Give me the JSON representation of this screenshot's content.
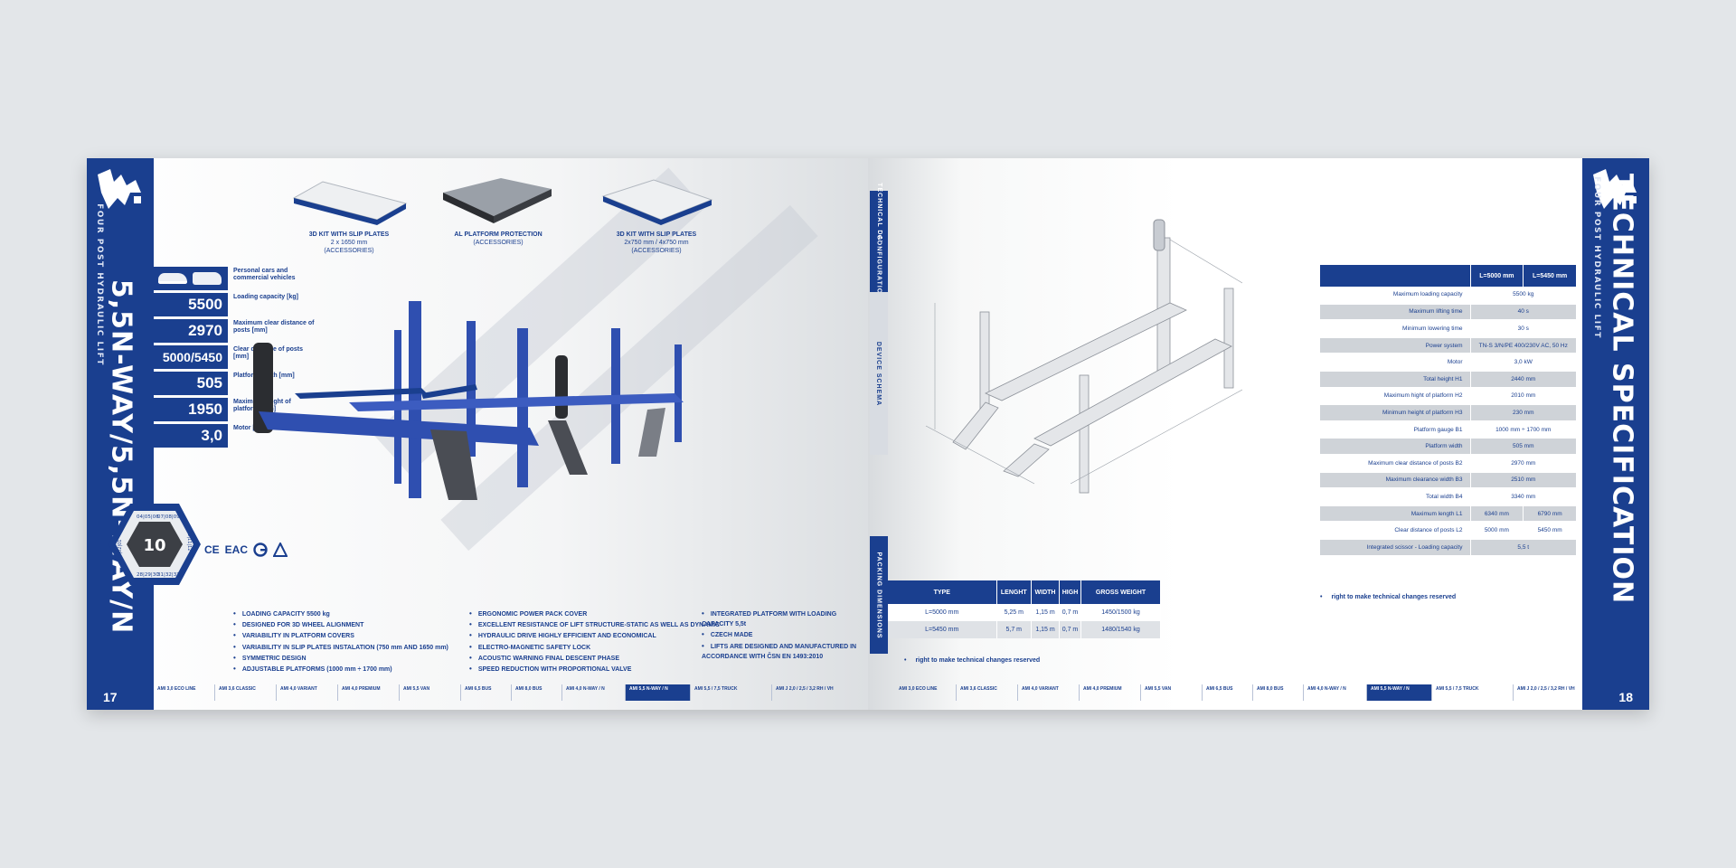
{
  "left_page": {
    "title": "5,5N-WAY/5,5N-WAY/N",
    "subtitle": "FOUR POST HYDRAULIC LIFT",
    "page_number": "17",
    "vehicle_label": "Personal cars and commercial vehicles",
    "specs": [
      {
        "value": "5500",
        "label": "Loading capacity [kg]"
      },
      {
        "value": "2970",
        "label": "Maximum clear distance of posts [mm]"
      },
      {
        "value": "5000/5450",
        "label": "Clear distance of posts [mm]"
      },
      {
        "value": "505",
        "label": "Platform width [mm]"
      },
      {
        "value": "1950",
        "label": "Maximum height of platform [mm]"
      },
      {
        "value": "3,0",
        "label": "Motor [kW]"
      }
    ],
    "badge": {
      "center": "10",
      "top_left": "04|05|06",
      "top_right": "07|08|09",
      "left": "03|02|01",
      "right": "10|11|12",
      "bottom_left": "28|29|30",
      "bottom_right": "31|32|33"
    },
    "certs": [
      "CE",
      "EAC"
    ],
    "accessories": [
      {
        "title": "3D KIT WITH SLIP PLATES",
        "line2": "2 x 1650 mm",
        "line3": "(ACCESSORIES)"
      },
      {
        "title": "AL PLATFORM PROTECTION",
        "line2": "(ACCESSORIES)",
        "line3": ""
      },
      {
        "title": "3D KIT WITH SLIP PLATES",
        "line2": "2x750 mm / 4x750 mm",
        "line3": "(ACCESSORIES)"
      }
    ],
    "bullets_col1": [
      "LOADING CAPACITY 5500 kg",
      "DESIGNED FOR 3D WHEEL ALIGNMENT",
      "VARIABILITY IN PLATFORM COVERS",
      "VARIABILITY IN SLIP PLATES INSTALATION (750 mm AND 1650 mm)",
      "SYMMETRIC DESIGN",
      "ADJUSTABLE PLATFORMS (1000 mm ÷ 1700 mm)"
    ],
    "bullets_col2": [
      "ERGONOMIC POWER PACK COVER",
      "EXCELLENT RESISTANCE OF LIFT STRUCTURE-STATIC AS WELL AS DYNAMIC",
      "HYDRAULIC DRIVE HIGHLY EFFICIENT AND ECONOMICAL",
      "ELECTRO-MAGNETIC SAFETY LOCK",
      "ACOUSTIC WARNING FINAL DESCENT PHASE",
      "SPEED REDUCTION WITH PROPORTIONAL VALVE"
    ],
    "bullets_col3": [
      "INTEGRATED PLATFORM WITH LOADING CAPACITY 5,5t",
      "CZECH MADE",
      "LIFTS ARE DESIGNED AND MANUFACTURED IN ACCORDANCE WITH ČSN EN 1493:2010"
    ]
  },
  "nav_left": [
    "AMI 3,0 ECO LINE",
    "AMI 3,6 CLASSIC",
    "AMI 4,0 VARIANT",
    "AMI 4,0 PREMIUM",
    "AMI 5,5 VAN",
    "AMI 6,5 BUS",
    "AMI 8,0 BUS",
    "AMI 4,0 N-WAY / N",
    "AMI 5,5 N-WAY / N",
    "AMI 5,5 / 7,5 TRUCK",
    "AMI J 2,0 / 2,5 / 3,2 RH / VH"
  ],
  "nav_right": [
    "AMI 3,0 ECO LINE",
    "AMI 3,6 CLASSIC",
    "AMI 4,0 VARIANT",
    "AMI 4,0 PREMIUM",
    "AMI 5,5 VAN",
    "AMI 6,5 BUS",
    "AMI 8,0 BUS",
    "AMI 4,0 N-WAY / N",
    "AMI 5,5 N-WAY / N",
    "AMI 5,5 / 7,5 TRUCK",
    "AMI J 2,0 / 2,5 / 3,2 RH / VH"
  ],
  "nav_active": "AMI 5,5 N-WAY / N",
  "right_page": {
    "title": "TECHNICAL SPECIFICATION",
    "subtitle": "FOUR POST HYDRAULIC LIFT",
    "page_number": "18",
    "tabs": [
      "TECHNICAL DATA",
      "CONFIGURATION",
      "DEVICE SCHEMA",
      "PACKING DIMENSIONS"
    ],
    "packing": {
      "headers": [
        "TYPE",
        "LENGHT",
        "WIDTH",
        "HIGH",
        "GROSS WEIGHT"
      ],
      "rows": [
        [
          "L=5000 mm",
          "5,25 m",
          "1,15 m",
          "0,7 m",
          "1450/1500 kg"
        ],
        [
          "L=5450 mm",
          "5,7 m",
          "1,15 m",
          "0,7 m",
          "1480/1540 kg"
        ]
      ],
      "note": "right to make technical changes reserved"
    },
    "spec_table": {
      "headers": [
        "L=5000 mm",
        "L=5450 mm"
      ],
      "rows": [
        {
          "label": "Maximum loading capacity",
          "v1": "5500 kg",
          "v2": ""
        },
        {
          "label": "Maximum lifting time",
          "v1": "40 s",
          "v2": ""
        },
        {
          "label": "Minimum lowering time",
          "v1": "30 s",
          "v2": ""
        },
        {
          "label": "Power system",
          "v1": "TN-S 3/N/PE 400/230V AC, 50 Hz",
          "v2": ""
        },
        {
          "label": "Motor",
          "v1": "3,0 kW",
          "v2": ""
        },
        {
          "label": "Total height H1",
          "v1": "2440 mm",
          "v2": ""
        },
        {
          "label": "Maximum hight of platform H2",
          "v1": "2010 mm",
          "v2": ""
        },
        {
          "label": "Minimum height of platform H3",
          "v1": "230 mm",
          "v2": ""
        },
        {
          "label": "Platform gauge B1",
          "v1": "1000 mm ÷ 1700 mm",
          "v2": ""
        },
        {
          "label": "Platform width",
          "v1": "505 mm",
          "v2": ""
        },
        {
          "label": "Maximum clear distance of posts B2",
          "v1": "2970 mm",
          "v2": ""
        },
        {
          "label": "Maximum clearance width B3",
          "v1": "2510 mm",
          "v2": ""
        },
        {
          "label": "Total width B4",
          "v1": "3340 mm",
          "v2": ""
        },
        {
          "label": "Maximum length L1",
          "v1": "6340 mm",
          "v2": "6790 mm"
        },
        {
          "label": "Clear distance of posts L2",
          "v1": "5000 mm",
          "v2": "5450 mm"
        },
        {
          "label": "Integrated scissor - Loading capacity",
          "v1": "5,5 t",
          "v2": ""
        }
      ],
      "note": "right to make technical changes reserved"
    }
  },
  "colors": {
    "brand_blue": "#1a3f8f",
    "gray_row": "#cfd3d8",
    "page_bg": "#e3e6e9"
  }
}
